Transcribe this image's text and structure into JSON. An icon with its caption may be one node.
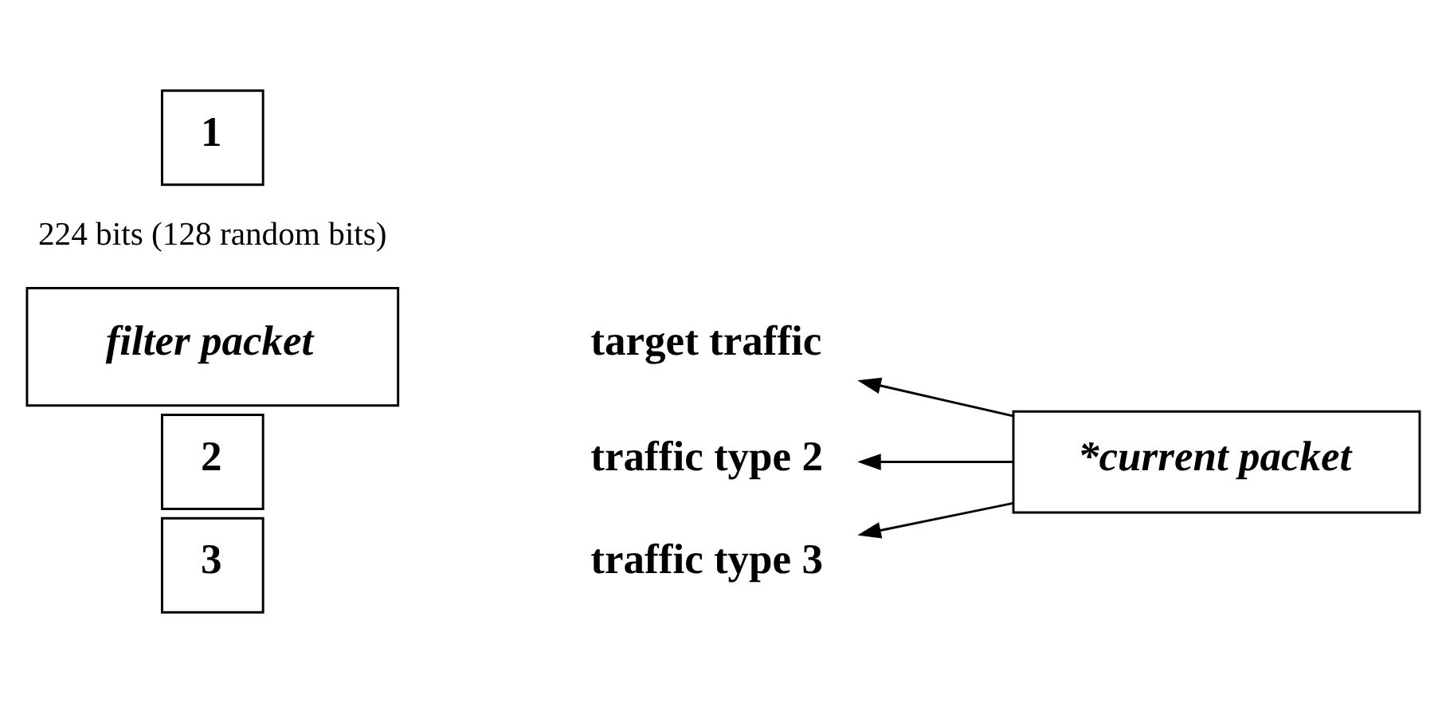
{
  "diagram": {
    "nodes": [
      {
        "text": [
          "filter packet"
        ]
      },
      {
        "text": [
          "1"
        ]
      },
      {
        "text": [
          "2"
        ]
      },
      {
        "text": [
          "3"
        ]
      },
      {
        "text": [
          "target traffic"
        ]
      },
      {
        "text": [
          "traffic type 2"
        ]
      },
      {
        "text": [
          "traffic type 3"
        ]
      },
      {
        "text": [
          "*current packet"
        ]
      }
    ],
    "edges": [
      {
        "from": 7,
        "to": 4,
        "arrow": "to"
      },
      {
        "from": 7,
        "to": 5,
        "arrow": "to"
      },
      {
        "from": 7,
        "to": 6,
        "arrow": "to"
      }
    ],
    "labels": [
      "224 bits (128 random bits)"
    ]
  }
}
